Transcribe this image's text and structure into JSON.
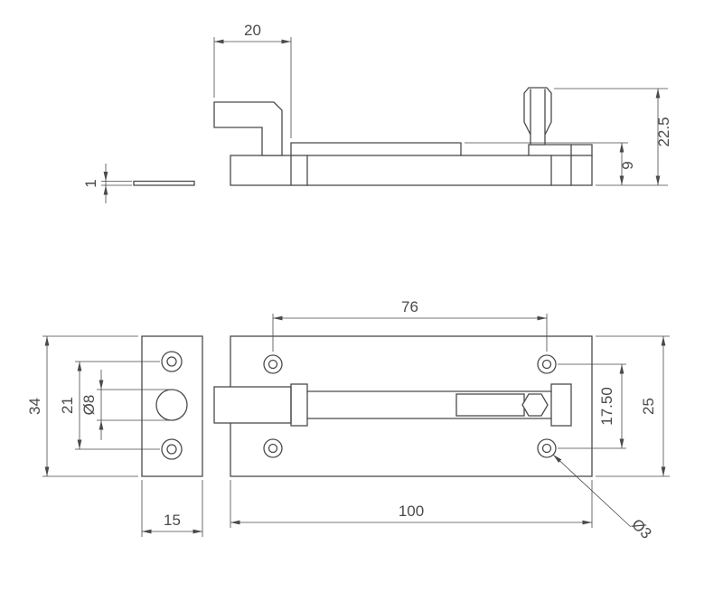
{
  "colors": {
    "line": "#4a4a4a",
    "background": "#ffffff"
  },
  "views": {
    "side": {
      "dims": {
        "bolt_offset": "20",
        "keep_thickness": "1",
        "body_height": "9",
        "overall_height": "22.5"
      }
    },
    "keep": {
      "dims": {
        "height": "34",
        "hole_centres": "21",
        "bolt_hole_dia": "Ø8",
        "width": "15"
      }
    },
    "plan": {
      "dims": {
        "screw_centres_length": "76",
        "overall_length": "100",
        "screw_centres_width": "17.50",
        "overall_width": "25",
        "screw_hole_dia": "Ø3"
      }
    }
  }
}
